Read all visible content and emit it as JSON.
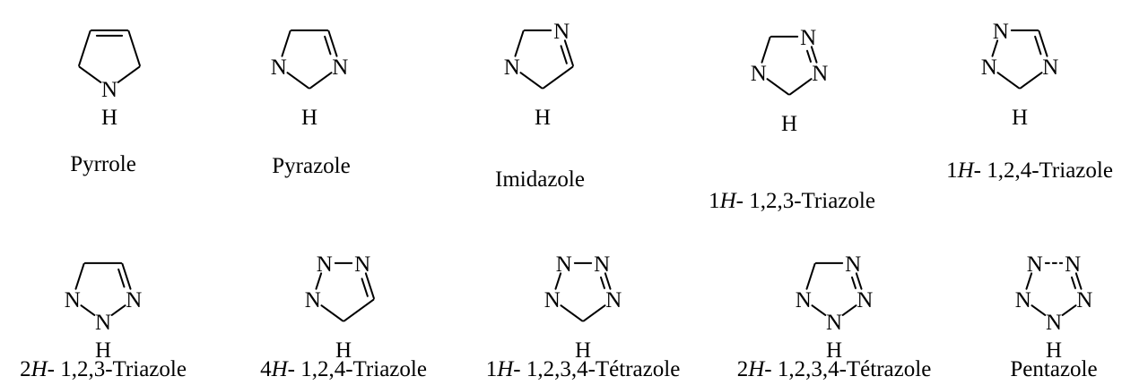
{
  "molecules": [
    {
      "name": "pyrrole",
      "caption_prefix": "",
      "caption": "Pyrrole",
      "atoms": [
        "C",
        "C",
        "C",
        "C",
        "N"
      ],
      "h_label": "H",
      "double_bonds": [
        [
          0,
          1
        ],
        [
          2,
          3
        ]
      ],
      "dashed_bonds": []
    },
    {
      "name": "pyrazole",
      "caption_prefix": "",
      "caption": "Pyrazole",
      "atoms": [
        "C",
        "C",
        "N",
        "N",
        "C"
      ],
      "h_label": "H",
      "double_bonds": [
        [
          0,
          4
        ],
        [
          1,
          2
        ]
      ],
      "dashed_bonds": []
    },
    {
      "name": "imidazole",
      "caption_prefix": "",
      "caption": "Imidazole",
      "atoms": [
        "C",
        "N",
        "C",
        "N",
        "C"
      ],
      "h_label": "H",
      "double_bonds": [
        [
          0,
          4
        ],
        [
          1,
          2
        ]
      ],
      "dashed_bonds": []
    },
    {
      "name": "1h-123-triazole",
      "caption_prefix": "1H",
      "caption": "- 1,2,3-Triazole",
      "atoms": [
        "C",
        "N",
        "N",
        "N",
        "C"
      ],
      "h_label": "H",
      "double_bonds": [
        [
          0,
          4
        ],
        [
          1,
          2
        ]
      ],
      "dashed_bonds": []
    },
    {
      "name": "1h-124-triazole",
      "caption_prefix": "1H",
      "caption": "- 1,2,4-Triazole",
      "atoms": [
        "N",
        "C",
        "N",
        "N",
        "C"
      ],
      "h_label": "H",
      "double_bonds": [
        [
          0,
          4
        ],
        [
          1,
          2
        ]
      ],
      "dashed_bonds": []
    },
    {
      "name": "2h-123-triazole",
      "caption_prefix": "2H",
      "caption": "- 1,2,3-Triazole",
      "atoms": [
        "C",
        "C",
        "N",
        "N",
        "N"
      ],
      "h_label": "H",
      "double_bonds": [
        [
          0,
          4
        ],
        [
          1,
          2
        ]
      ],
      "dashed_bonds": []
    },
    {
      "name": "4h-124-triazole",
      "caption_prefix": "4H",
      "caption": "- 1,2,4-Triazole",
      "atoms": [
        "N",
        "N",
        "C",
        "N",
        "C"
      ],
      "h_label": "H",
      "double_bonds": [
        [
          0,
          4
        ],
        [
          1,
          2
        ]
      ],
      "dashed_bonds": []
    },
    {
      "name": "1h-1234-tetrazole",
      "caption_prefix": "1H",
      "caption": "- 1,2,3,4-Tétrazole",
      "atoms": [
        "N",
        "N",
        "N",
        "N",
        "C"
      ],
      "h_label": "H",
      "double_bonds": [
        [
          0,
          4
        ],
        [
          1,
          2
        ]
      ],
      "dashed_bonds": []
    },
    {
      "name": "2h-1234-tetrazole",
      "caption_prefix": "2H",
      "caption": "- 1,2,3,4-Tétrazole",
      "atoms": [
        "C",
        "N",
        "N",
        "N",
        "N"
      ],
      "h_label": "H",
      "double_bonds": [
        [
          0,
          4
        ],
        [
          1,
          2
        ]
      ],
      "dashed_bonds": []
    },
    {
      "name": "pentazole",
      "caption_prefix": "",
      "caption": "Pentazole",
      "atoms": [
        "N",
        "N",
        "N",
        "N",
        "N"
      ],
      "h_label": "H",
      "double_bonds": [
        [
          0,
          4
        ],
        [
          1,
          2
        ]
      ],
      "dashed_bonds": [
        [
          0,
          1
        ]
      ]
    }
  ]
}
